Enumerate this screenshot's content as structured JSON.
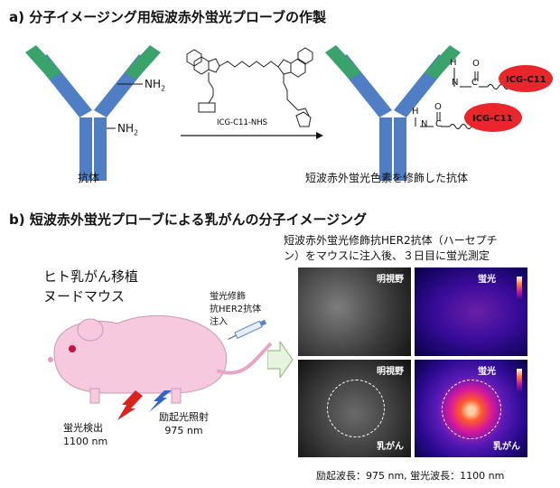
{
  "section_a": {
    "title": "a) 分子イメージング用短波赤外蛍光プローブの作製",
    "antibody_label": "抗体",
    "nh2_top": "NH",
    "nh2_bottom": "NH",
    "sub2": "2",
    "reagent_label": "ICG-C11-NHS",
    "product_label": "短波赤外蛍光色素を修飾した抗体",
    "dye_tag_1": "ICG-C11",
    "dye_tag_2": "ICG-C11",
    "linker_n": "N",
    "linker_h": "H",
    "linker_c": "C",
    "linker_o": "O"
  },
  "section_b": {
    "title": "b) 短波赤外蛍光プローブによる乳がんの分子イメージング",
    "mouse_title_line1": "ヒト乳がん移植",
    "mouse_title_line2": "ヌードマウス",
    "injection_line1": "蛍光修飾",
    "injection_line2": "抗HER2抗体",
    "injection_line3": "注入",
    "detect_line1": "蛍光検出",
    "detect_line2": "1100 nm",
    "excite_line1": "励起光照射",
    "excite_line2": "975 nm",
    "desc_line1": "短波赤外蛍光修飾抗HER2抗体（ハーセプチ",
    "desc_line2": "ン）をマウスに注入後、３日目に蛍光測定",
    "panel_brightfield": "明視野",
    "panel_fluor": "蛍光",
    "panel_brightfield_2": "明視野",
    "panel_fluor_2": "蛍光",
    "tumor_label_1": "乳がん",
    "tumor_label_2": "乳がん",
    "footer": "励起波長：975 nm, 蛍光波長：1100 nm"
  },
  "colors": {
    "antibody_blue": "#4f7ec4",
    "antibody_green": "#3aa26b",
    "dye_red": "#e8262b",
    "mouse_pink": "#f6c9df",
    "arrow_red": "#d9231f",
    "arrow_blue": "#2e63c9",
    "fluor_bg": "#2a0a8f"
  }
}
